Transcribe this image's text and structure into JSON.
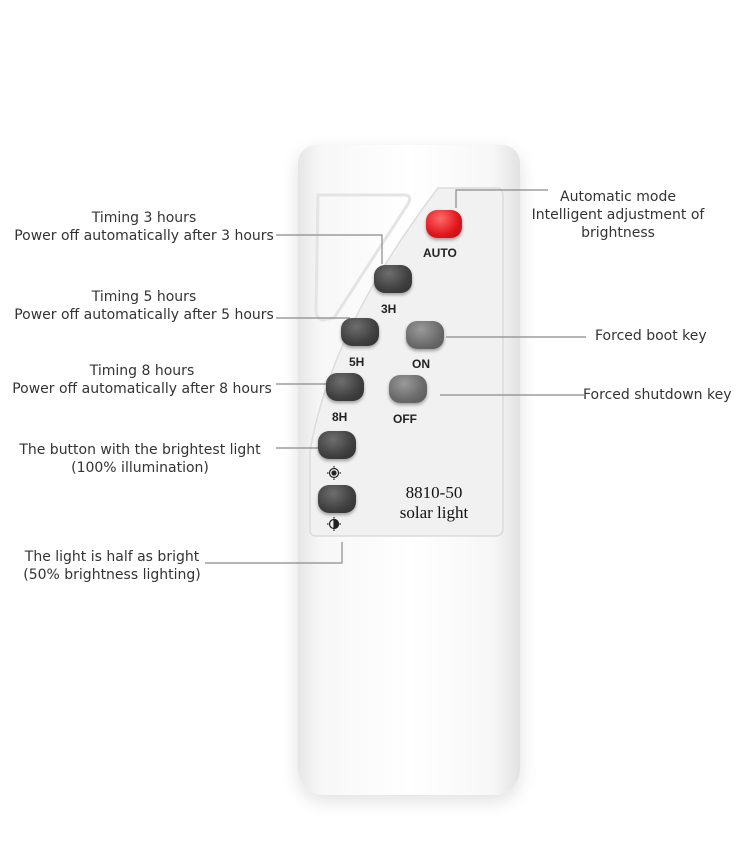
{
  "remote": {
    "buttons": {
      "auto": "AUTO",
      "3h": "3H",
      "5h": "5H",
      "on": "ON",
      "8h": "8H",
      "off": "OFF"
    },
    "model_number": "8810-50",
    "model_name": "solar light",
    "colors": {
      "auto_button": "#e0161c",
      "dark_button": "#3f3f3f",
      "body": "#ffffff"
    }
  },
  "annotations": {
    "auto": {
      "line1": "Automatic mode",
      "line2": "Intelligent adjustment of brightness"
    },
    "timing3": {
      "line1": "Timing 3 hours",
      "line2": "Power off automatically after 3 hours"
    },
    "timing5": {
      "line1": "Timing 5 hours",
      "line2": "Power off automatically after 5 hours"
    },
    "on": {
      "line1": "Forced boot key"
    },
    "timing8": {
      "line1": "Timing 8 hours",
      "line2": "Power off automatically after 8 hours"
    },
    "off": {
      "line1": "Forced shutdown key"
    },
    "bright": {
      "line1": "The button with the brightest light",
      "line2": "(100% illumination)"
    },
    "half": {
      "line1": "The light is half as bright",
      "line2": "(50% brightness lighting)"
    }
  }
}
